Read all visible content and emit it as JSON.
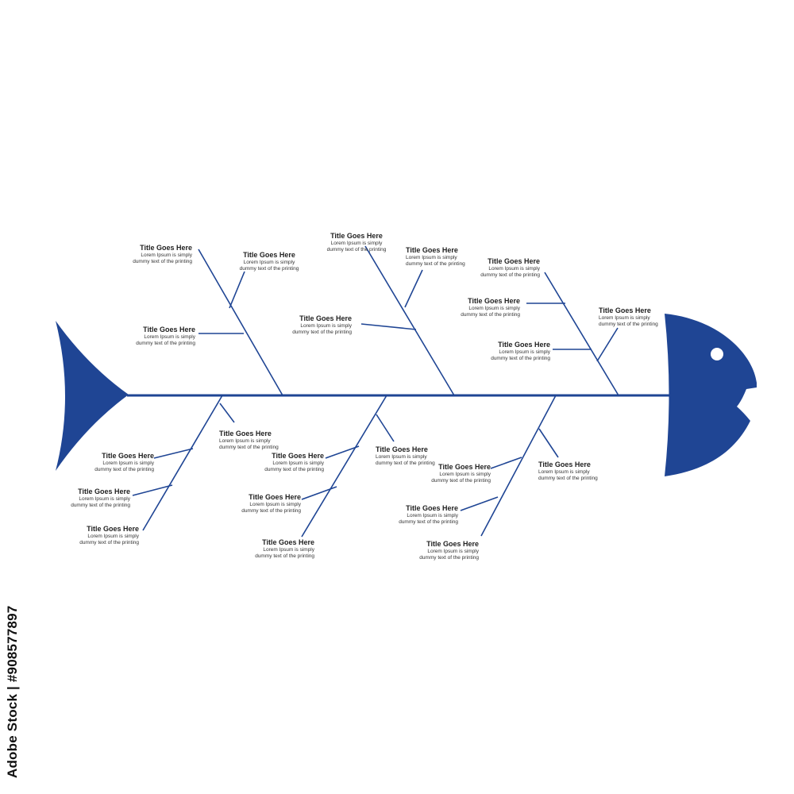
{
  "colors": {
    "primary": "#1f4594",
    "background": "#ffffff",
    "eye": "#ffffff"
  },
  "labels": [
    {
      "title": "Title Goes Here",
      "desc1": "Lorem Ipsum is simply",
      "desc2": "dummy text of the printing"
    },
    {
      "title": "Title Goes Here",
      "desc1": "Lorem Ipsum is simply",
      "desc2": "dummy text of the printing"
    },
    {
      "title": "Title Goes Here",
      "desc1": "Lorem Ipsum is simply",
      "desc2": "dummy text of the printing"
    },
    {
      "title": "Title Goes Here",
      "desc1": "Lorem Ipsum is simply",
      "desc2": "dummy text of the printing"
    },
    {
      "title": "Title Goes Here",
      "desc1": "Lorem Ipsum is simply",
      "desc2": "dummy text of the printing"
    },
    {
      "title": "Title Goes Here",
      "desc1": "Lorem Ipsum is simply",
      "desc2": "dummy text of the printing"
    },
    {
      "title": "Title Goes Here",
      "desc1": "Lorem Ipsum is simply",
      "desc2": "dummy text of the printing"
    },
    {
      "title": "Title Goes Here",
      "desc1": "Lorem Ipsum is simply",
      "desc2": "dummy text of the printing"
    },
    {
      "title": "Title Goes Here",
      "desc1": "Lorem Ipsum is simply",
      "desc2": "dummy text of the printing"
    },
    {
      "title": "Title Goes Here",
      "desc1": "Lorem Ipsum is simply",
      "desc2": "dummy text of the printing"
    },
    {
      "title": "Title Goes Here",
      "desc1": "Lorem Ipsum is simply",
      "desc2": "dummy text of the printing"
    },
    {
      "title": "Title Goes Here",
      "desc1": "Lorem Ipsum is simply",
      "desc2": "dummy text of the printing"
    },
    {
      "title": "Title Goes Here",
      "desc1": "Lorem Ipsum is simply",
      "desc2": "dummy text of the printing"
    },
    {
      "title": "Title Goes Here",
      "desc1": "Lorem Ipsum is simply",
      "desc2": "dummy text of the printing"
    },
    {
      "title": "Title Goes Here",
      "desc1": "Lorem Ipsum is simply",
      "desc2": "dummy text of the printing"
    },
    {
      "title": "Title Goes Here",
      "desc1": "Lorem Ipsum is simply",
      "desc2": "dummy text of the printing"
    },
    {
      "title": "Title Goes Here",
      "desc1": "Lorem Ipsum is simply",
      "desc2": "dummy text of the printing"
    },
    {
      "title": "Title Goes Here",
      "desc1": "Lorem Ipsum is simply",
      "desc2": "dummy text of the printing"
    },
    {
      "title": "Title Goes Here",
      "desc1": "Lorem Ipsum is simply",
      "desc2": "dummy text of the printing"
    },
    {
      "title": "Title Goes Here",
      "desc1": "Lorem Ipsum is simply",
      "desc2": "dummy text of the printing"
    },
    {
      "title": "Title Goes Here",
      "desc1": "Lorem Ipsum is simply",
      "desc2": "dummy text of the printing"
    },
    {
      "title": "Title Goes Here",
      "desc1": "Lorem Ipsum is simply",
      "desc2": "dummy text of the printing"
    }
  ],
  "watermark": {
    "text": "Adobe Stock | #908577897"
  }
}
